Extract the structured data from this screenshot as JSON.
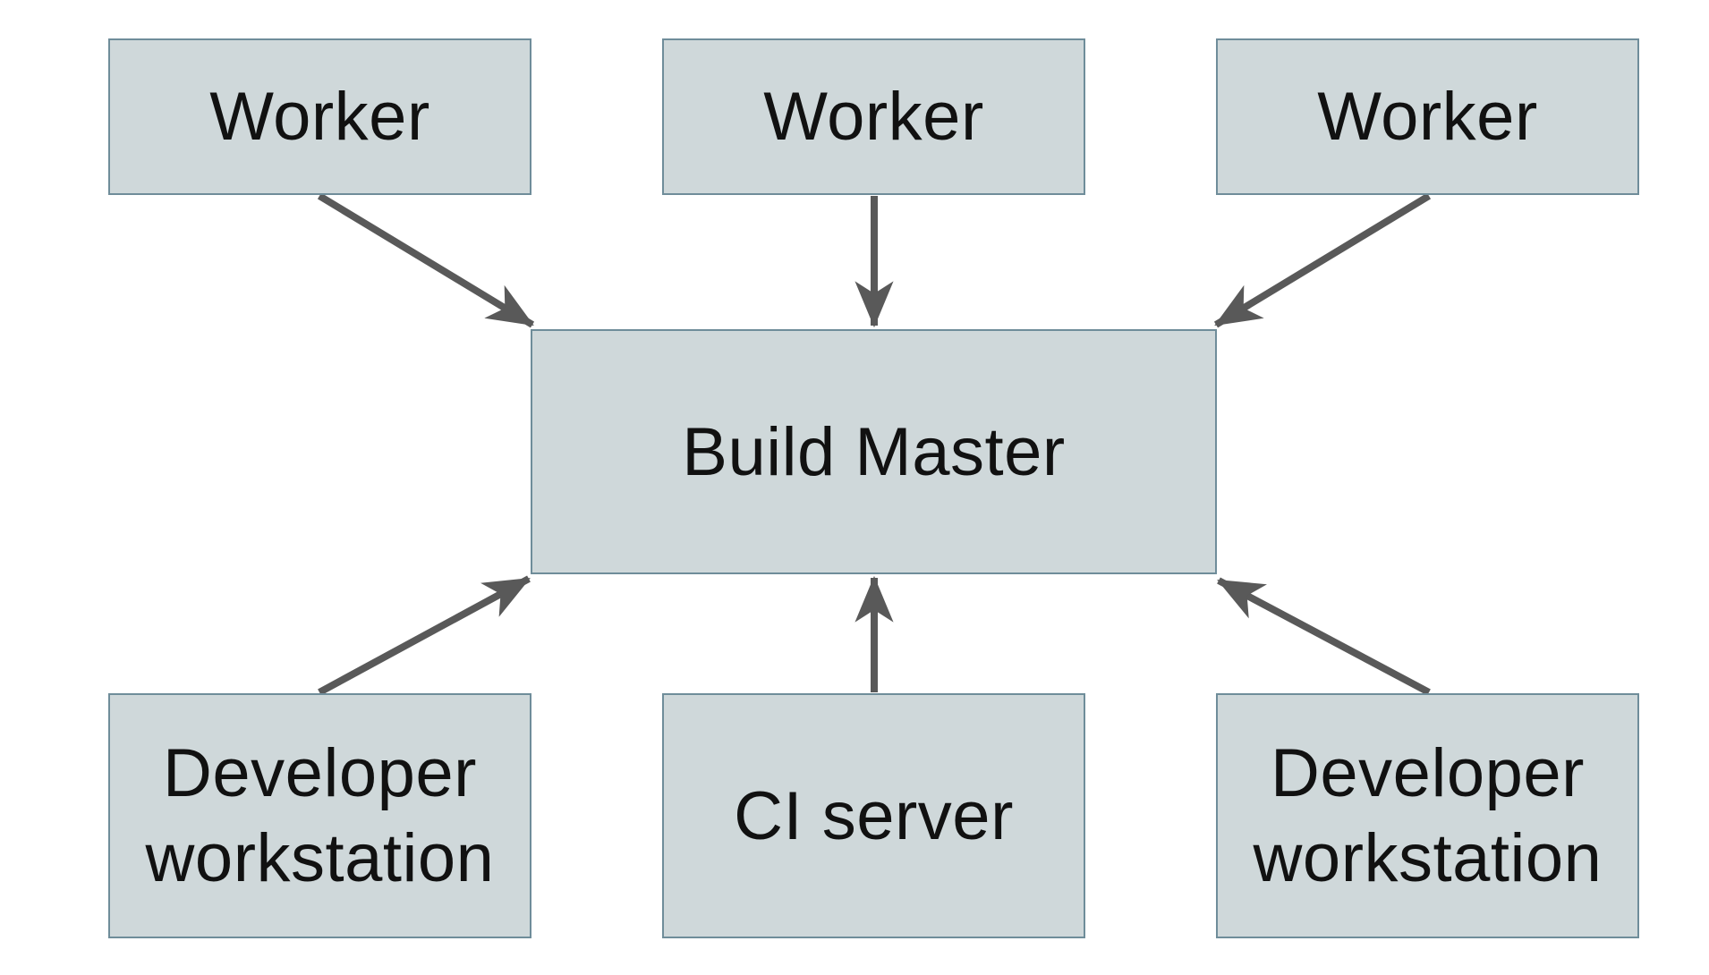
{
  "diagram": {
    "type": "architecture-diagram",
    "colors": {
      "node_fill": "#cfd8da",
      "node_border": "#6f8d9a",
      "arrow": "#595959",
      "text": "#111111",
      "bg": "#ffffff"
    },
    "nodes": {
      "worker_left": {
        "label": "Worker"
      },
      "worker_center": {
        "label": "Worker"
      },
      "worker_right": {
        "label": "Worker"
      },
      "build_master": {
        "label": "Build Master"
      },
      "dev_workstation_left": {
        "label": "Developer workstation"
      },
      "ci_server": {
        "label": "CI server"
      },
      "dev_workstation_right": {
        "label": "Developer workstation"
      }
    },
    "edges": [
      {
        "from": "worker_left",
        "to": "build_master"
      },
      {
        "from": "worker_center",
        "to": "build_master"
      },
      {
        "from": "worker_right",
        "to": "build_master"
      },
      {
        "from": "dev_workstation_left",
        "to": "build_master"
      },
      {
        "from": "ci_server",
        "to": "build_master"
      },
      {
        "from": "dev_workstation_right",
        "to": "build_master"
      }
    ]
  }
}
